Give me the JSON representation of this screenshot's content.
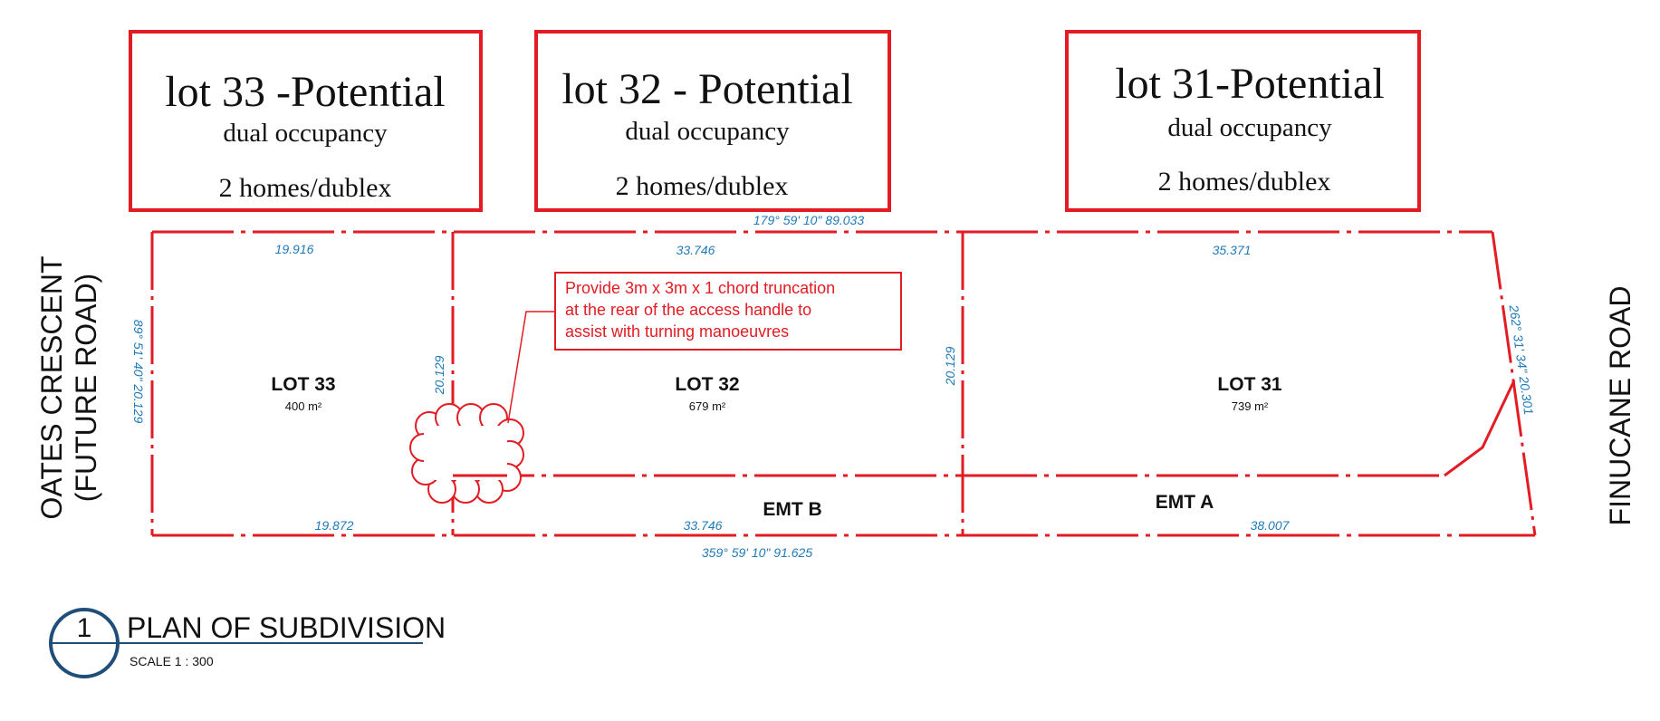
{
  "potential_boxes": [
    {
      "title": "lot 33 -Potential",
      "sub": "dual occupancy",
      "homes": "2 homes/dublex"
    },
    {
      "title": "lot 32 - Potential",
      "sub": "dual occupancy",
      "homes": "2 homes/dublex"
    },
    {
      "title": "lot 31-Potential",
      "sub": "dual occupancy",
      "homes": "2 homes/dublex"
    }
  ],
  "lots": [
    {
      "name": "LOT 33",
      "area": "400 m²"
    },
    {
      "name": "LOT 32",
      "area": "679 m²"
    },
    {
      "name": "LOT 31",
      "area": "739 m²"
    }
  ],
  "dimensions": {
    "top_bearing": "179° 59' 10\"  89.033",
    "bottom_bearing": "359° 59' 10\"  91.625",
    "top_lot33": "19.916",
    "top_lot32": "33.746",
    "top_lot31": "35.371",
    "bottom_lot33": "19.872",
    "bottom_lot32": "33.746",
    "bottom_lot31": "38.007",
    "left_side": "89° 51' 40\"  20.129",
    "div_33_32": "20.129",
    "div_32_31": "20.129",
    "right_side": "262° 31' 34\"  20.301"
  },
  "easements": {
    "b": "EMT B",
    "a": "EMT A"
  },
  "note": {
    "lines": [
      "Provide 3m x 3m x 1 chord truncation",
      "at the rear of the access handle to",
      "assist with turning manoeuvres"
    ]
  },
  "roads": {
    "left_line1": "OATES CRESCENT",
    "left_line2": "(FUTURE ROAD)",
    "right": "FINUCANE ROAD"
  },
  "title_block": {
    "number": "1",
    "title": "PLAN OF SUBDIVISION",
    "scale": "SCALE 1 : 300"
  },
  "colors": {
    "boundary": "#e31b23",
    "dimension": "#1f7ab8",
    "title_circle": "#1f4e79"
  }
}
